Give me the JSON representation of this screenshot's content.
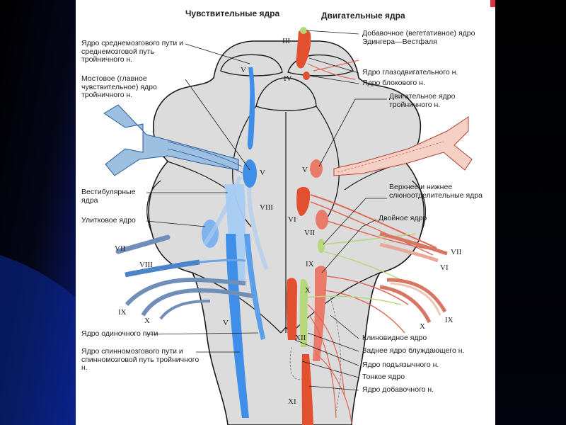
{
  "headings": {
    "sensory": "Чувствительные ядра",
    "motor": "Двигательные ядра"
  },
  "left_labels": {
    "midbrain_tract": "Ядро среднемозгового пути и среднемозговой путь тройничного н.",
    "pontine": "Мостовое (главное чувствительное) ядро тройничного н.",
    "vestibular": "Вестибулярные ядра",
    "cochlear": "Улитковое ядро",
    "solitary": "Ядро одиночного пути",
    "spinal_trigeminal": "Ядро спинномозгового пути и спинномозговой путь тройничного н."
  },
  "right_labels": {
    "edinger": "Добавочное (вегетативное) ядро Эдингера—Вестфаля",
    "oculomotor": "Ядро глазодвигательного н.",
    "trochlear": "Ядро блокового н.",
    "trigeminal_motor": "Двигательное ядро тройничного н.",
    "salivatory": "Верхнее и нижнее слюноотделительные ядра",
    "ambiguus": "Двойное ядро",
    "cuneate": "Клиновидное ядро",
    "vagus_dorsal": "Заднее ядро блуждающего н.",
    "hypoglossal": "Ядро подъязычного н.",
    "gracile": "Тонкое ядро",
    "accessory": "Ядро добавочного н."
  },
  "roman": {
    "iii": "III",
    "iv": "IV",
    "v": "V",
    "vi": "VI",
    "vii": "VII",
    "viii": "VIII",
    "ix": "IX",
    "x": "X",
    "xi": "XI",
    "xii": "XII"
  },
  "colors": {
    "sensory_blue": "#3f8fe8",
    "motor_red": "#e0604e",
    "autonomic_green": "#b6d77a",
    "brainstem": "#dcdcdc",
    "slide_bg": "#0b1030"
  }
}
